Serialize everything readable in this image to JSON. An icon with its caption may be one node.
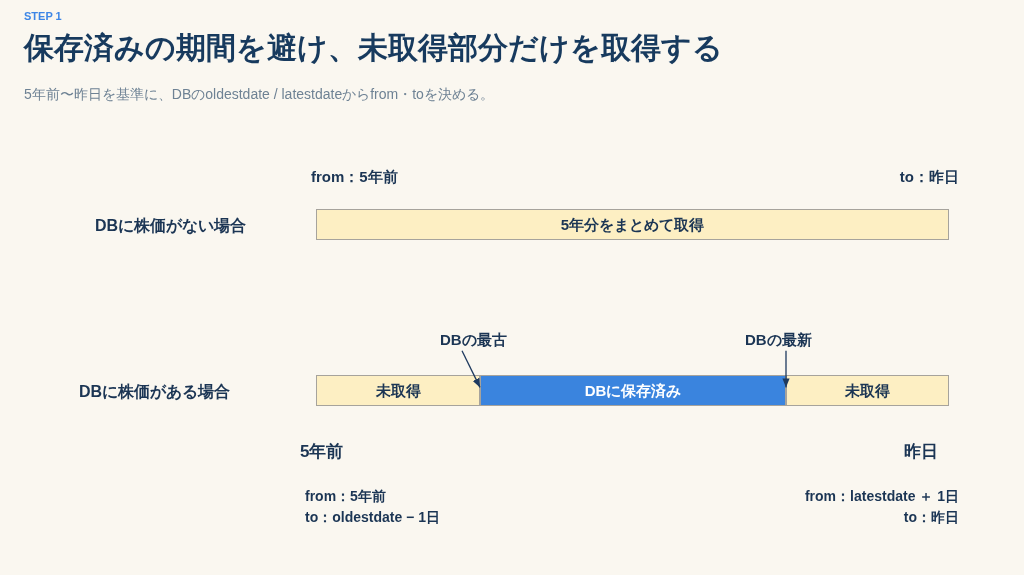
{
  "diagram": {
    "title": "保存済みの期間を避け、未取得部分だけを取得する",
    "nodes": [
      {
        "text": [
          "5年分をまとめて取得"
        ],
        "beside": [
          "from：5年前",
          "to：昨日"
        ]
      },
      {
        "text": [
          "DBの最古"
        ]
      },
      {
        "text": [
          "DBの最新"
        ]
      },
      {
        "text": [
          "未取得"
        ],
        "beside": [
          "from：5年前",
          "to：oldestdate − 1日"
        ]
      },
      {
        "text": [
          "DBに保存済み"
        ]
      },
      {
        "text": [
          "未取得"
        ],
        "beside": [
          "from：latestdate ＋ 1日",
          "to：昨日"
        ]
      }
    ],
    "edges": [
      {
        "from": 1,
        "to": 4,
        "arrow": "to"
      },
      {
        "from": 2,
        "to": 4,
        "arrow": "to"
      }
    ],
    "labels": [
      "STEP 1",
      "5年前〜昨日を基準に、DBのoldestdate / latestdateからfrom・toを決める。",
      "DBに株価がない場合",
      "DBに株価がある場合",
      "5年前",
      "昨日"
    ]
  }
}
